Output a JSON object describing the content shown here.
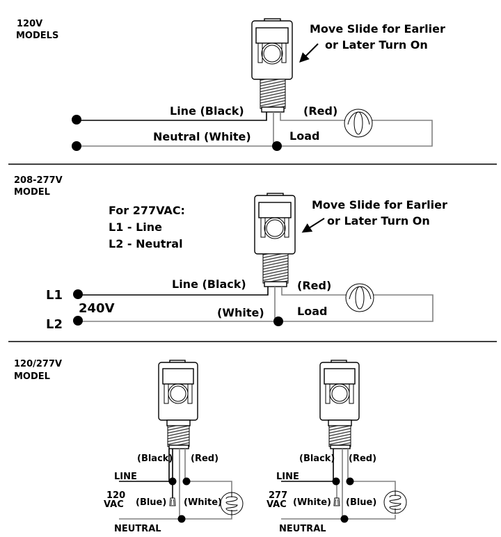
{
  "sections": [
    {
      "id": "120v",
      "title_line1": "120V",
      "title_line2": "MODELS",
      "slide_note_line1": "Move Slide for Earlier",
      "slide_note_line2": "or Later Turn On",
      "line_label": "Line (Black)",
      "neutral_label": "Neutral (White)",
      "red_label": "(Red)",
      "load_label": "Load"
    },
    {
      "id": "208-277v",
      "title_line1": "208-277V",
      "title_line2": "MODEL",
      "note_line1": "For 277VAC:",
      "note_line2": "L1 - Line",
      "note_line3": "L2 - Neutral",
      "slide_note_line1": "Move Slide for Earlier",
      "slide_note_line2": "or Later Turn On",
      "terminal_l1": "L1",
      "terminal_l2": "L2",
      "voltage_label": "240V",
      "line_label": "Line (Black)",
      "white_label": "(White)",
      "red_label": "(Red)",
      "load_label": "Load"
    },
    {
      "id": "120-277v",
      "title_line1": "120/277V",
      "title_line2": "MODEL",
      "variants": [
        {
          "black_label": "(Black)",
          "red_label": "(Red)",
          "line_label": "LINE",
          "neutral_label": "NEUTRAL",
          "voltage_line1": "120",
          "voltage_line2": "VAC",
          "capped_label": "(Blue)",
          "common_label": "(White)"
        },
        {
          "black_label": "(Black)",
          "red_label": "(Red)",
          "line_label": "LINE",
          "neutral_label": "NEUTRAL",
          "voltage_line1": "277",
          "voltage_line2": "VAC",
          "capped_label": "(White)",
          "common_label": "(Blue)"
        }
      ]
    }
  ]
}
